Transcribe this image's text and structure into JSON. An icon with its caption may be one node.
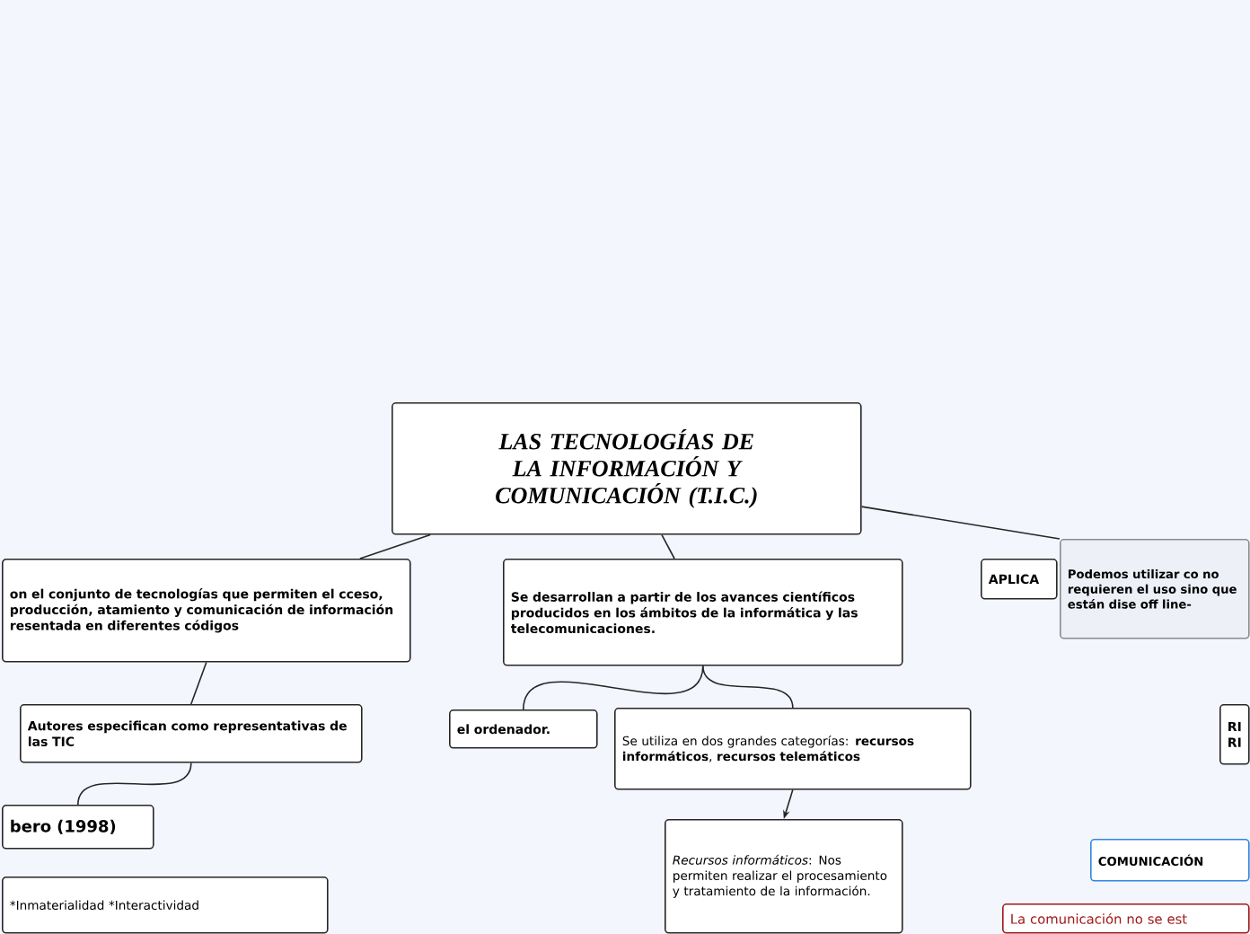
{
  "diagram": {
    "nodes": [
      {
        "text": [
          "LAS TECNOLOGÍAS DE LA INFORMACIÓN Y COMUNICACIÓN (T.I.C.)"
        ]
      },
      {
        "text": [
          "on el conjunto de tecnologías que permiten el cceso, producción, atamiento y comunicación de información resentada en diferentes códigos"
        ]
      },
      {
        "text": [
          "Autores especifican como representativas de las TIC"
        ]
      },
      {
        "text": [
          "bero (1998)"
        ]
      },
      {
        "text": [
          "*Inmaterialidad *Interactividad"
        ]
      },
      {
        "text": [
          "Se desarrollan a partir de los avances científicos producidos en los ámbitos de la informática y las telecomunicaciones."
        ]
      },
      {
        "text": [
          "el ordenador."
        ]
      },
      {
        "text": [
          "Se utiliza en dos grandes categorías: **recursos informáticos**, **recursos telemáticos**"
        ]
      },
      {
        "text": [
          "*Recursos informáticos*: Nos permiten realizar el procesamiento y tratamiento de la información."
        ]
      },
      {
        "text": [
          "APLICA"
        ]
      },
      {
        "text": [
          "Podemos utilizar co no requieren el uso sino que están dise off line-"
        ]
      },
      {
        "text": [
          "RI RI"
        ]
      },
      {
        "text": [
          "COMUNICACIÓN"
        ]
      },
      {
        "text": [
          "La comunicación no se est"
        ]
      }
    ],
    "edges": [
      {
        "from": 0,
        "to": 1,
        "arrow": "none"
      },
      {
        "from": 0,
        "to": 5,
        "arrow": "none"
      },
      {
        "from": 0,
        "to": 10,
        "arrow": "none"
      },
      {
        "from": 1,
        "to": 2,
        "arrow": "none"
      },
      {
        "from": 2,
        "to": 3,
        "arrow": "none"
      },
      {
        "from": 5,
        "to": 6,
        "arrow": "none"
      },
      {
        "from": 5,
        "to": 7,
        "arrow": "none"
      },
      {
        "from": 7,
        "to": 8,
        "arrow": "to"
      }
    ]
  }
}
